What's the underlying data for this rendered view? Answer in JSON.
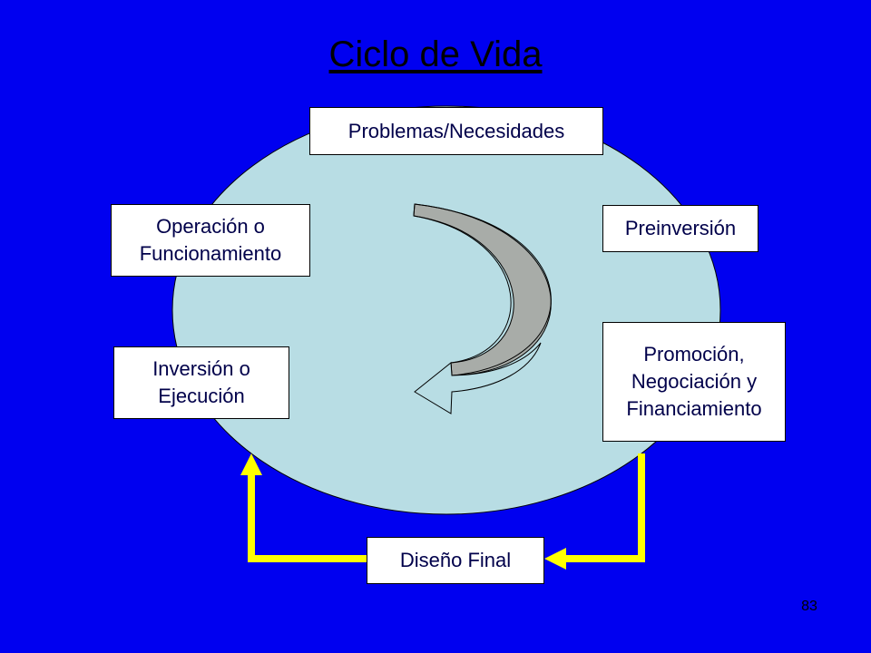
{
  "title": "Ciclo de Vida",
  "stages": {
    "problemas": "Problemas/Necesidades",
    "preinversion": "Preinversión",
    "promocion": "Promoción,\nNegociación y\nFinanciamiento",
    "diseno": "Diseño Final",
    "inversion": "Inversión o\nEjecución",
    "operacion": "Operación o\nFuncionamiento"
  },
  "page_number": "83",
  "colors": {
    "background": "#0000f0",
    "ellipse": "#b8dde4",
    "connector": "#ffff00",
    "arrow_fill": "#b8dde4",
    "arrow_gray": "#a8aca8"
  }
}
